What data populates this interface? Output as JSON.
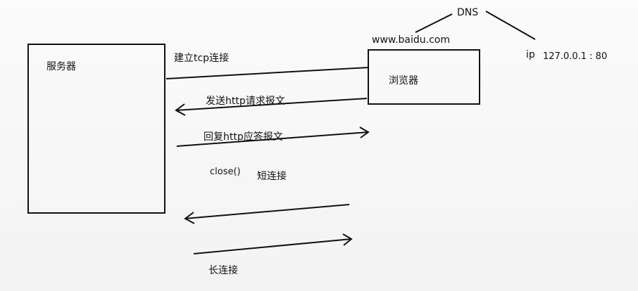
{
  "dns": "DNS",
  "domain": "www.baidu.com",
  "ip_label": "ip",
  "ip_value": "127.0.0.1 : 80",
  "server_label": "服务器",
  "browser_label": "浏览器",
  "tcp_connect": "建立tcp连接",
  "send_request": "发送http请求报文",
  "reply_response": "回复http应答报文",
  "close_call": "close()",
  "short_connection": "短连接",
  "long_connection": "长连接"
}
